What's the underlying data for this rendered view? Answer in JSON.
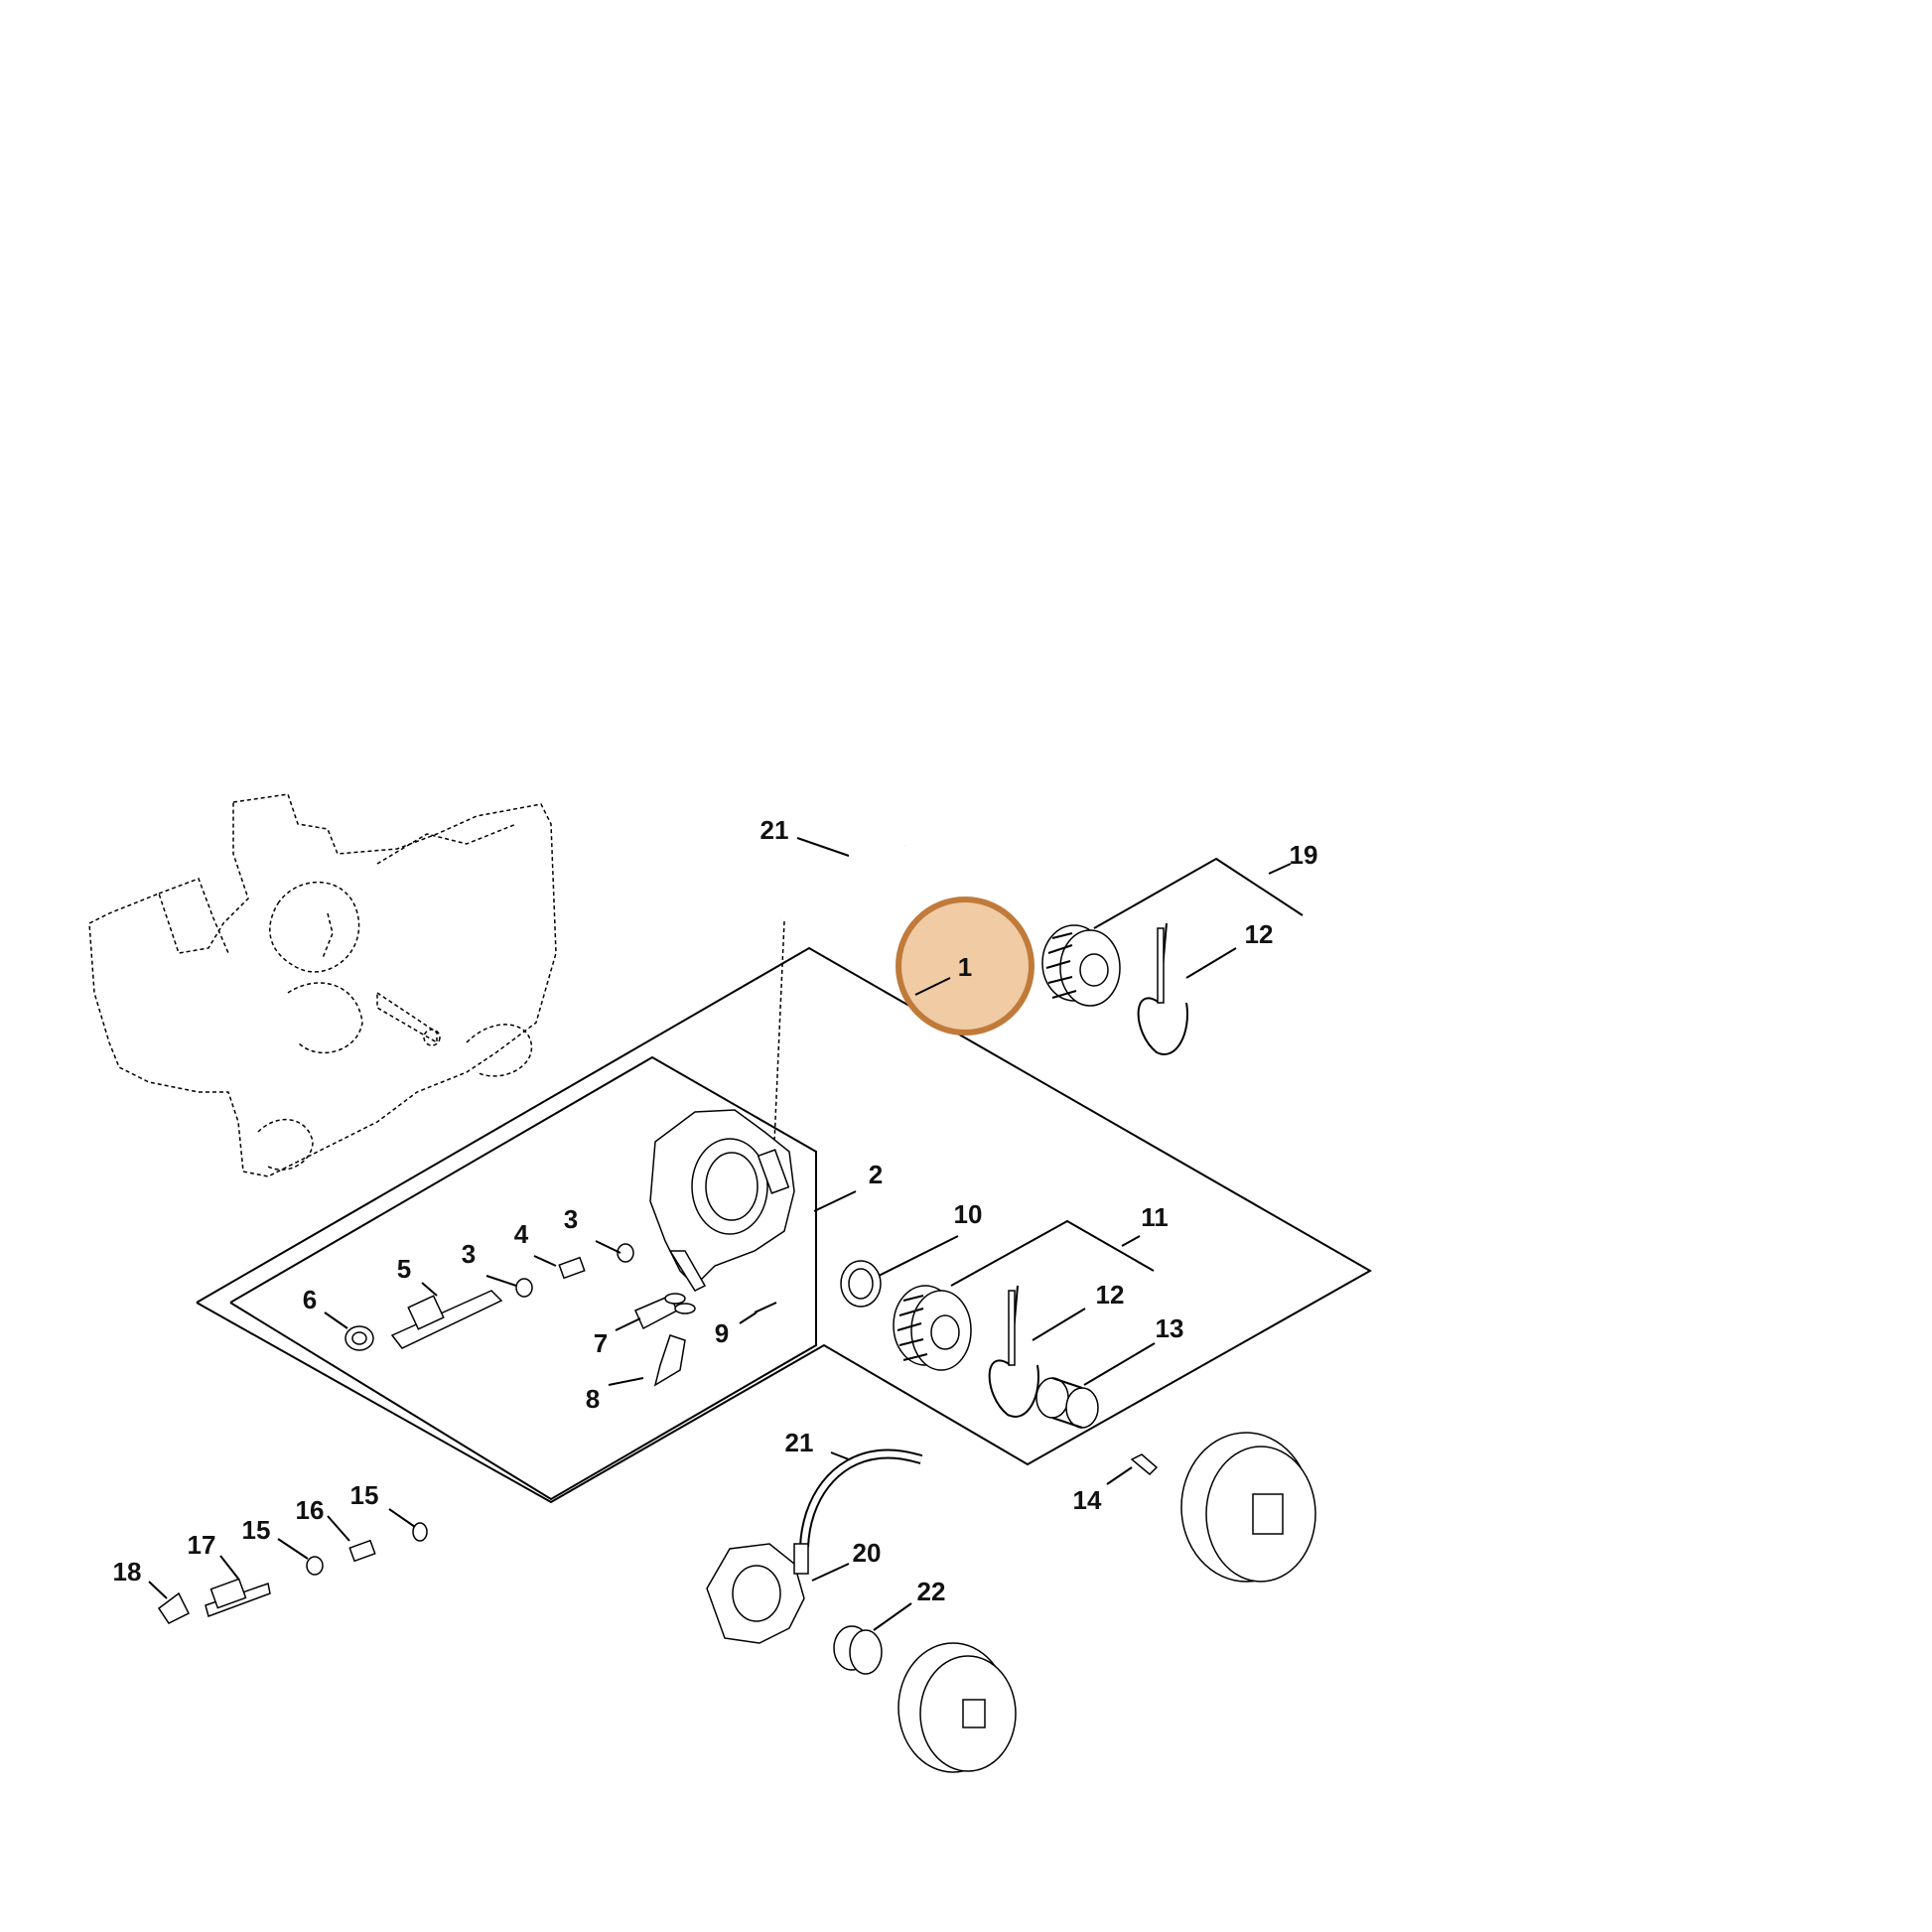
{
  "highlight": {
    "label": "1",
    "fill": "#f0cba4",
    "stroke": "#c07a3a"
  },
  "callouts": [
    "21",
    "19",
    "12",
    "2",
    "10",
    "11",
    "12",
    "13",
    "3",
    "4",
    "3",
    "5",
    "6",
    "7",
    "9",
    "8",
    "21",
    "14",
    "16",
    "15",
    "15",
    "17",
    "18",
    "20",
    "22"
  ]
}
